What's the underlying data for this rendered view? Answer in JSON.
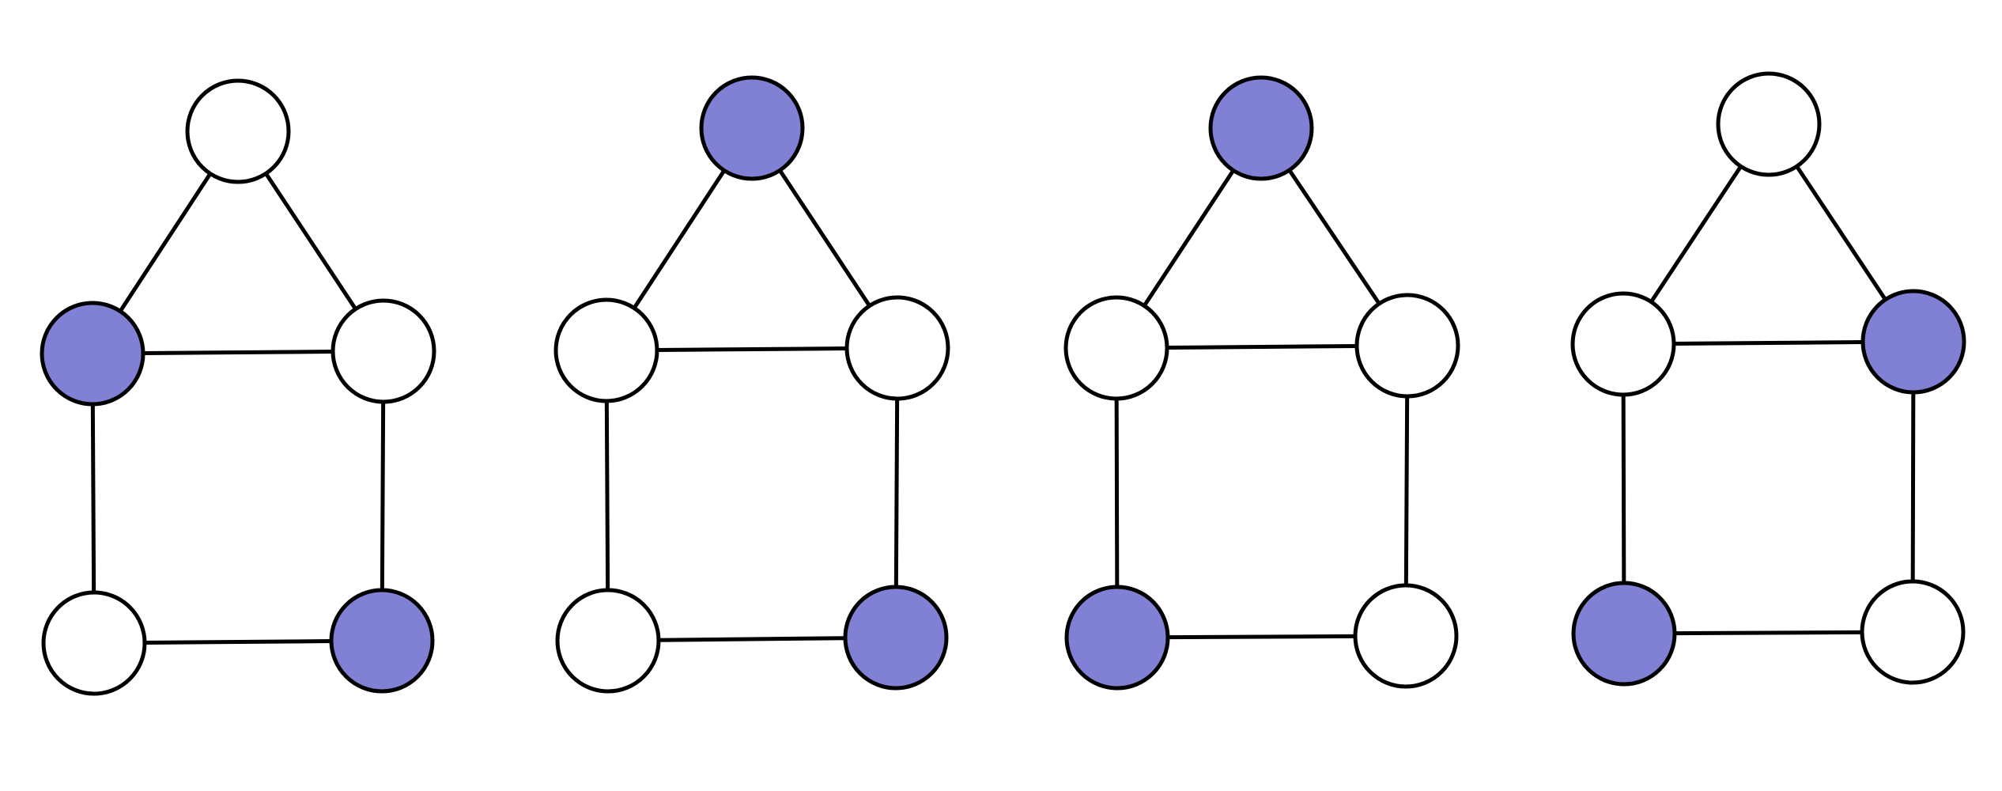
{
  "colors": {
    "selected": "#8080d4",
    "unselected": "#ffffff",
    "stroke": "#000000"
  },
  "graph": {
    "nodes": [
      "top",
      "mid-left",
      "mid-right",
      "bottom-left",
      "bottom-right"
    ],
    "edges": [
      [
        "top",
        "mid-left"
      ],
      [
        "top",
        "mid-right"
      ],
      [
        "mid-left",
        "mid-right"
      ],
      [
        "mid-left",
        "bottom-left"
      ],
      [
        "mid-right",
        "bottom-right"
      ],
      [
        "bottom-left",
        "bottom-right"
      ]
    ]
  },
  "panels": [
    {
      "selected": [
        "mid-left",
        "bottom-right"
      ]
    },
    {
      "selected": [
        "top",
        "bottom-right"
      ]
    },
    {
      "selected": [
        "top",
        "bottom-left"
      ]
    },
    {
      "selected": [
        "mid-right",
        "bottom-left"
      ]
    }
  ]
}
